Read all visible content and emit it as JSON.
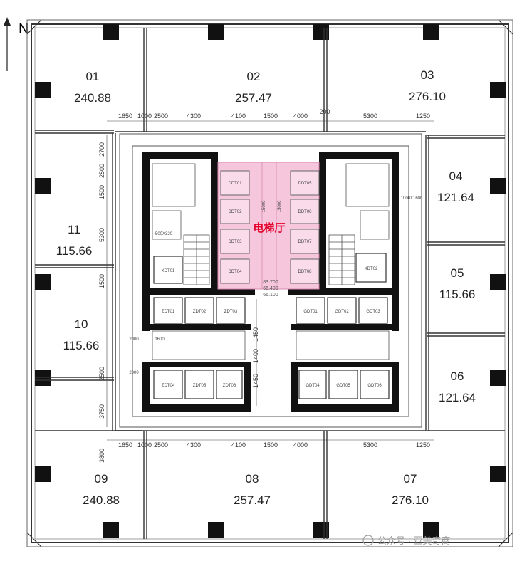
{
  "north": {
    "label": "N"
  },
  "units": [
    {
      "id": "01",
      "area": "240.88"
    },
    {
      "id": "02",
      "area": "257.47"
    },
    {
      "id": "03",
      "area": "276.10"
    },
    {
      "id": "04",
      "area": "121.64"
    },
    {
      "id": "05",
      "area": "115.66"
    },
    {
      "id": "06",
      "area": "121.64"
    },
    {
      "id": "07",
      "area": "276.10"
    },
    {
      "id": "08",
      "area": "257.47"
    },
    {
      "id": "09",
      "area": "240.88"
    },
    {
      "id": "10",
      "area": "115.66"
    },
    {
      "id": "11",
      "area": "115.66"
    }
  ],
  "lobby": {
    "label": "电梯厅"
  },
  "elevators_north": [
    "DDT01",
    "DDT02",
    "DDT03",
    "DDT04",
    "DDT05",
    "DDT06",
    "DDT07",
    "DDT08"
  ],
  "elevators_south": [
    "ZDT01",
    "ZDT02",
    "ZDT03",
    "GDT01",
    "GDT02",
    "GDT03",
    "ZDT04",
    "ZDT05",
    "ZDT06",
    "GDT04",
    "GDT05",
    "GDT06"
  ],
  "freight": [
    "XDT01",
    "XDT02"
  ],
  "dims_top": [
    "1650",
    "1000",
    "2500",
    "4300",
    "4100",
    "1500",
    "4000",
    "200",
    "5300",
    "1250"
  ],
  "dims_bottom": [
    "1650",
    "1000",
    "2500",
    "4300",
    "4100",
    "1500",
    "4000",
    "5300",
    "1250"
  ],
  "dims_left": [
    "2700",
    "2500",
    "1500",
    "5300",
    "1500",
    "2500",
    "3750",
    "3800"
  ],
  "dims_core": [
    "15000",
    "15000",
    "1450",
    "1400",
    "1450"
  ],
  "elevations": [
    "83.700",
    "66.400",
    "66.100"
  ],
  "small_labels": [
    "1600",
    "2000",
    "2000",
    "500X320",
    "1000X1600"
  ],
  "watermark": {
    "text": "公众号 · 亚美奇商"
  }
}
